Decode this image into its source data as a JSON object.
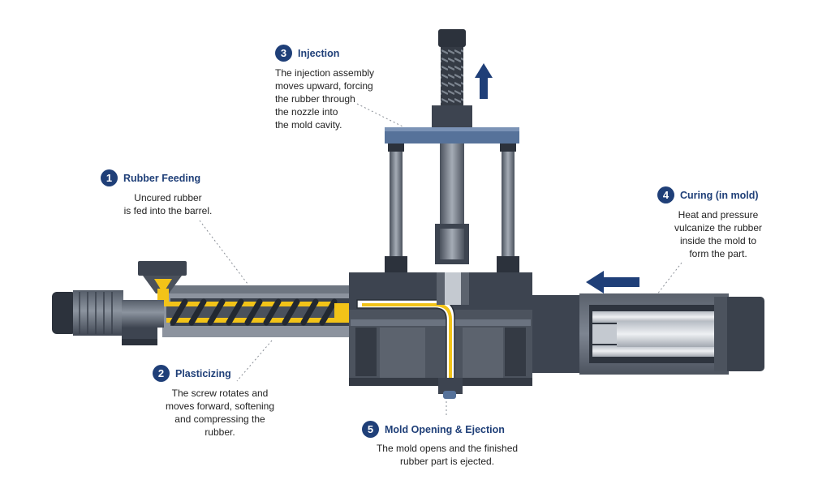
{
  "colors": {
    "accent": "#1f3f78",
    "rubber": "#f2c318",
    "machine_dark": "#3d4450",
    "machine_mid": "#6b7380",
    "machine_light": "#a3aab4",
    "arrow": "#1f3f78"
  },
  "steps": [
    {
      "number": "1",
      "title": "Rubber Feeding",
      "lines": [
        "Uncured rubber",
        "is fed into the barrel."
      ]
    },
    {
      "number": "2",
      "title": "Plasticizing",
      "lines": [
        "The screw rotates and",
        "moves forward, softening",
        "and compressing the",
        "rubber."
      ]
    },
    {
      "number": "3",
      "title": "Injection",
      "lines": [
        "The injection assembly",
        "moves upward, forcing",
        "the rubber through",
        "the nozzle into",
        "the mold cavity."
      ]
    },
    {
      "number": "4",
      "title": "Curing (in mold)",
      "lines": [
        "Heat and pressure",
        "vulcanize the rubber",
        "inside the mold to",
        "form the part."
      ]
    },
    {
      "number": "5",
      "title": "Mold Opening & Ejection",
      "lines": [
        "The mold opens and the finished",
        "rubber part is ejected."
      ]
    }
  ],
  "arrows": [
    {
      "name": "upward-motion-arrow",
      "direction": "up"
    },
    {
      "name": "clamp-motion-arrow",
      "direction": "left"
    }
  ]
}
